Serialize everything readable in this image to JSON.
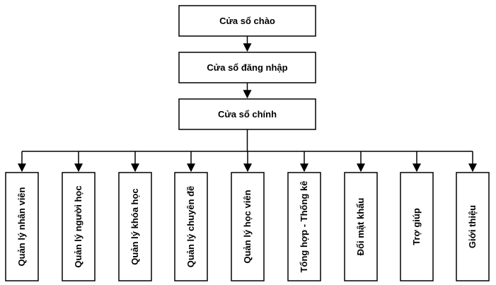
{
  "flow": {
    "welcome": "Cửa sổ chào",
    "login": "Cửa sổ đăng nhập",
    "main": "Cửa sổ chính"
  },
  "modules": [
    "Quản lý nhân viên",
    "Quản lý người học",
    "Quản lý khóa học",
    "Quản lý chuyên đề",
    "Quản lý học viên",
    "Tổng hợp - Thống kê",
    "Đổi mật khẩu",
    "Trợ giúp",
    "Giới thiệu"
  ]
}
